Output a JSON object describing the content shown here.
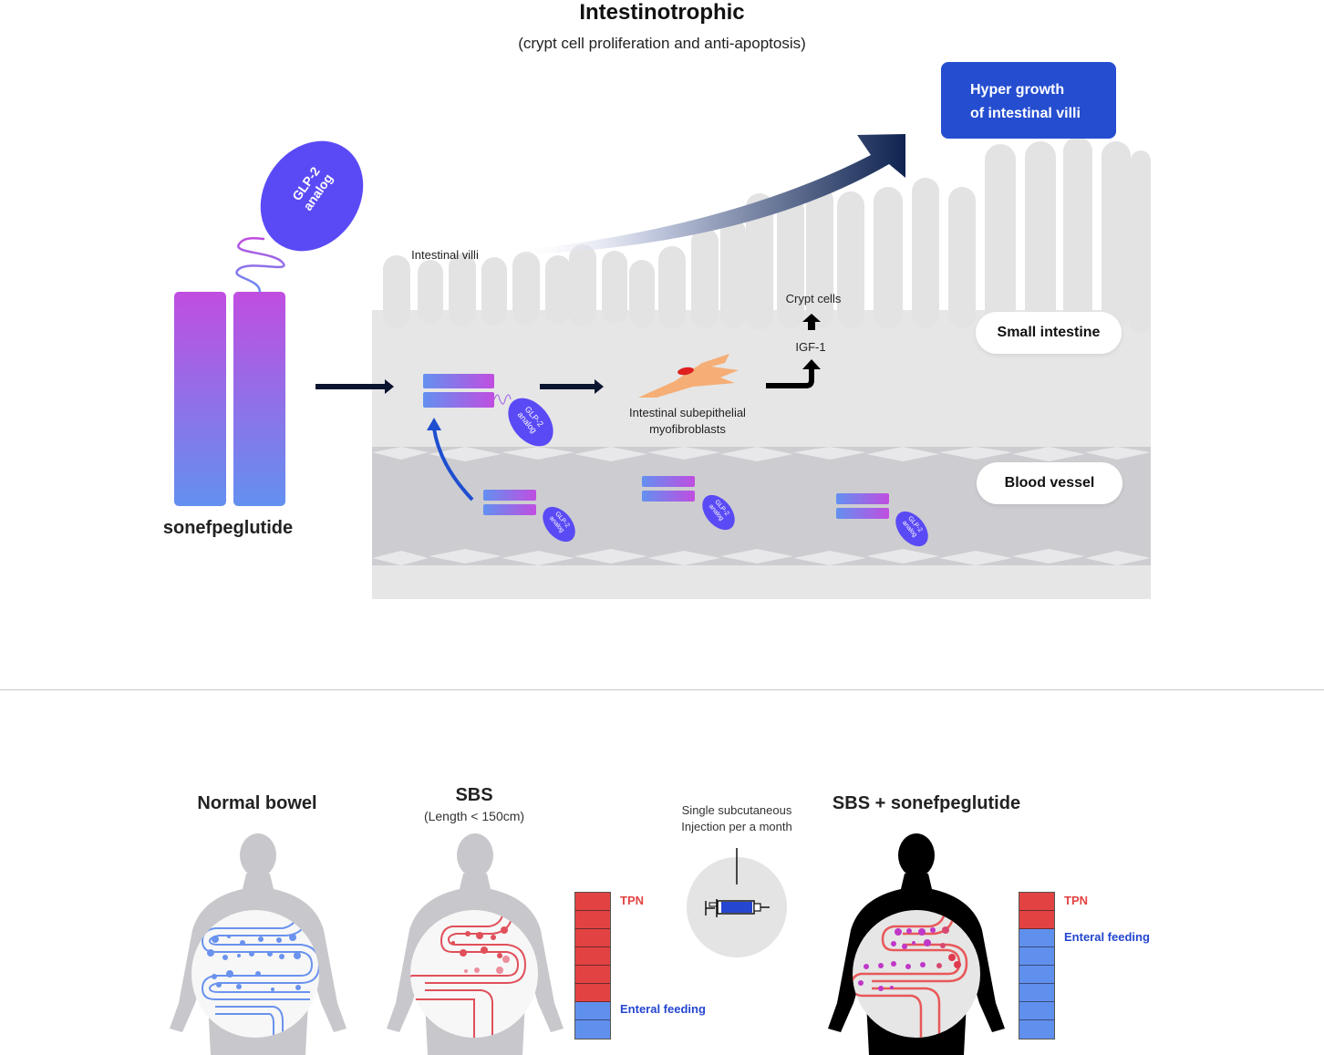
{
  "top": {
    "title": "Intestinotrophic",
    "subtitle": "(crypt cell proliferation and anti-apoptosis)",
    "hyper_box": {
      "line1": "Hyper growth",
      "line2": "of intestinal villi"
    },
    "drug": {
      "name": "sonefpeglutide",
      "ligand_line1": "GLP-2",
      "ligand_line2": "analog"
    },
    "labels": {
      "villi": "Intestinal villi",
      "crypt_cells": "Crypt cells",
      "igf1": "IGF-1",
      "myofibroblasts_line1": "Intestinal subepithelial",
      "myofibroblasts_line2": "myofibroblasts",
      "small_intestine": "Small intestine",
      "blood_vessel": "Blood vessel"
    },
    "colors": {
      "accent_blue": "#244dd0",
      "ligand_purple": "#5a4af5",
      "bar_top": "#c04ee0",
      "bar_bottom": "#6390f0",
      "arrow_dark": "#0b1530",
      "tissue": "#e6e6e6",
      "vessel": "#cdcdd1"
    }
  },
  "bottom": {
    "normal": {
      "title": "Normal bowel"
    },
    "sbs": {
      "title": "SBS",
      "subtitle": "(Length < 150cm)"
    },
    "injection": {
      "line1": "Single subcutaneous",
      "line2": "Injection per a month"
    },
    "treated": {
      "title": "SBS + sonefpeglutide"
    },
    "bars": [
      {
        "name": "SBS",
        "tpn_units": 6,
        "enteral_units": 2,
        "tpn_label": "TPN",
        "enteral_label": "Enteral feeding"
      },
      {
        "name": "SBS + sonefpeglutide",
        "tpn_units": 2,
        "enteral_units": 6,
        "tpn_label": "TPN",
        "enteral_label": "Enteral feeding"
      }
    ],
    "colors": {
      "tpn": "#e34242",
      "enteral": "#6090ee",
      "tpn_text": "#e34242",
      "enteral_text": "#2446d0"
    }
  }
}
